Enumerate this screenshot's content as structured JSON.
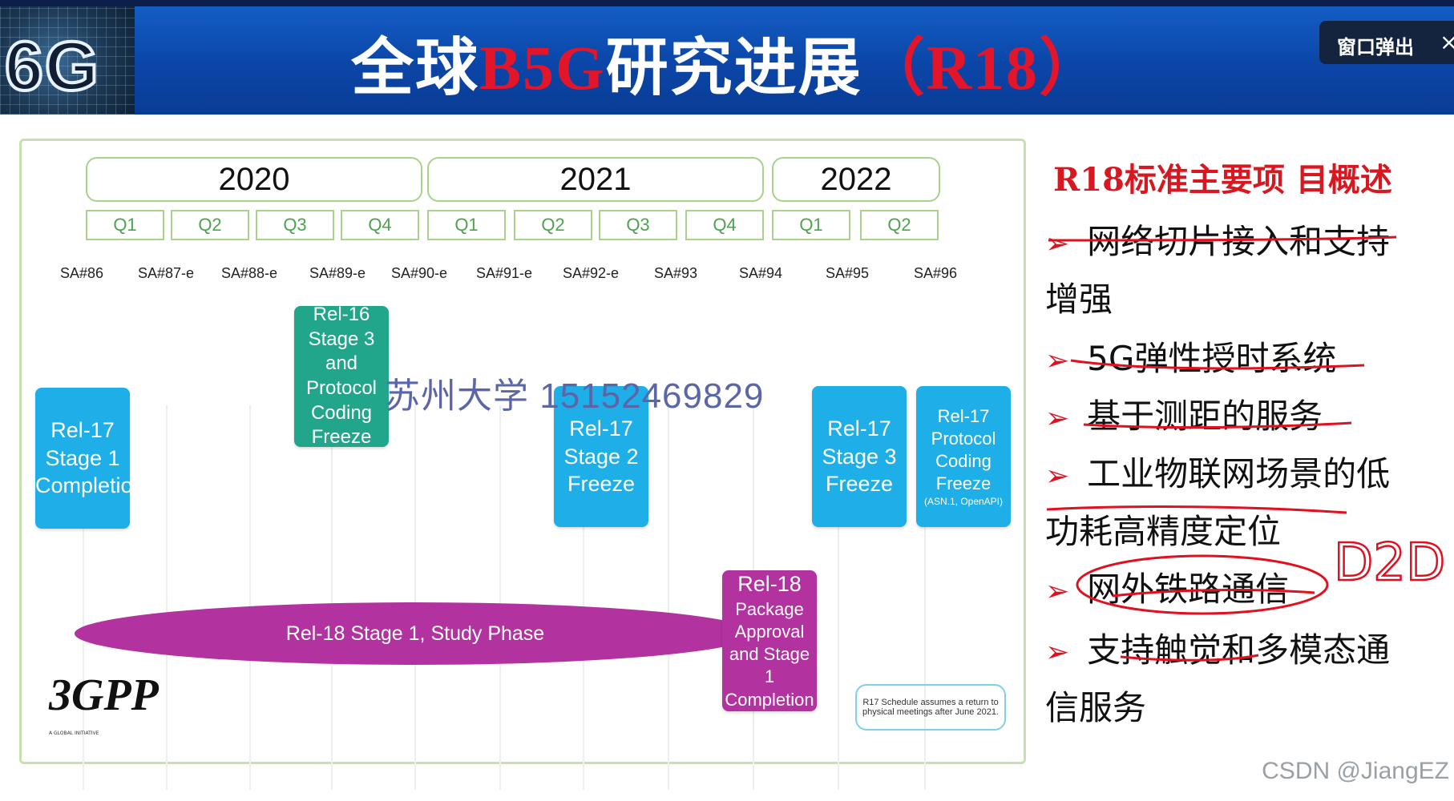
{
  "header": {
    "logo_text": "6G",
    "title_part1": "全球",
    "title_highlight": "B5G",
    "title_part2": "研究进展",
    "title_suffix": "（R18）",
    "popup_label": "窗口弹出",
    "popup_close": "×"
  },
  "timeline": {
    "years": [
      "2020",
      "2021",
      "2022"
    ],
    "quarters": [
      "Q1",
      "Q2",
      "Q3",
      "Q4",
      "Q1",
      "Q2",
      "Q3",
      "Q4",
      "Q1",
      "Q2"
    ],
    "meetings": [
      "SA#86",
      "SA#87-e",
      "SA#88-e",
      "SA#89-e",
      "SA#90-e",
      "SA#91-e",
      "SA#92-e",
      "SA#93",
      "SA#94",
      "SA#95",
      "SA#96"
    ],
    "milestones": {
      "rel17_stage1": [
        "Rel-17",
        "Stage 1",
        "Completion"
      ],
      "rel16_stage3": [
        "Rel-16",
        "Stage 3 and",
        "Protocol",
        "Coding Freeze"
      ],
      "rel17_stage2": [
        "Rel-17",
        "Stage 2",
        "Freeze"
      ],
      "rel17_stage3": [
        "Rel-17",
        "Stage 3",
        "Freeze"
      ],
      "rel17_protocol": [
        "Rel-17",
        "Protocol",
        "Coding Freeze",
        "(ASN.1, OpenAPI)"
      ],
      "rel18_package": [
        "Rel-18",
        "Package",
        "Approval",
        "and Stage 1",
        "Completion"
      ]
    },
    "study_phase": "Rel-18 Stage 1, Study Phase",
    "note_line1": "R17 Schedule assumes a return to",
    "note_line2": "physical meetings after June 2021.",
    "logo": "3GPP",
    "logo_sub": "A GLOBAL INITIATIVE"
  },
  "overlay": "苏州大学 15152469829",
  "right_panel": {
    "title": "R18标准主要项 目概述",
    "items": [
      "网络切片接入和支持",
      "增强",
      "5G弹性授时系统",
      "基于测距的服务",
      "工业物联网场景的低",
      "功耗高精度定位",
      "网外铁路通信",
      "支持触觉和多模态通",
      "信服务"
    ],
    "arrow": "➢",
    "handwriting": "D2D"
  },
  "watermark": "CSDN @JiangEZ"
}
